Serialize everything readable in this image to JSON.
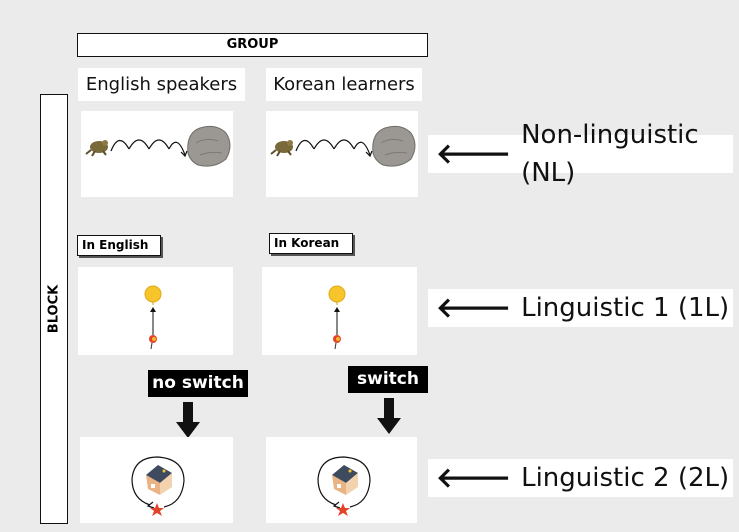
{
  "group_label": "GROUP",
  "block_label": "BLOCK",
  "columns": [
    "English speakers",
    "Korean learners"
  ],
  "language_tags": [
    "In English",
    "In Korean"
  ],
  "conditions": [
    {
      "label": "Non-linguistic (NL)",
      "arrow": "🡐"
    },
    {
      "label": "Linguistic 1 (1L)",
      "arrow": "🡐"
    },
    {
      "label": "Linguistic 2 (2L)",
      "arrow": "🡐"
    }
  ],
  "switch_tags": [
    "no switch",
    "switch"
  ],
  "icons": {
    "frog": "frog-icon",
    "rock": "rock-icon",
    "balloon": "balloon-icon",
    "house": "house-icon",
    "trajectory": "trajectory-arrow-icon",
    "down_arrow": "down-arrow-icon"
  },
  "colors": {
    "background": "#ebebeb",
    "panel": "#ffffff",
    "switch_bg": "#000000",
    "balloon": "#f7c52b",
    "star": "#e2442b"
  }
}
